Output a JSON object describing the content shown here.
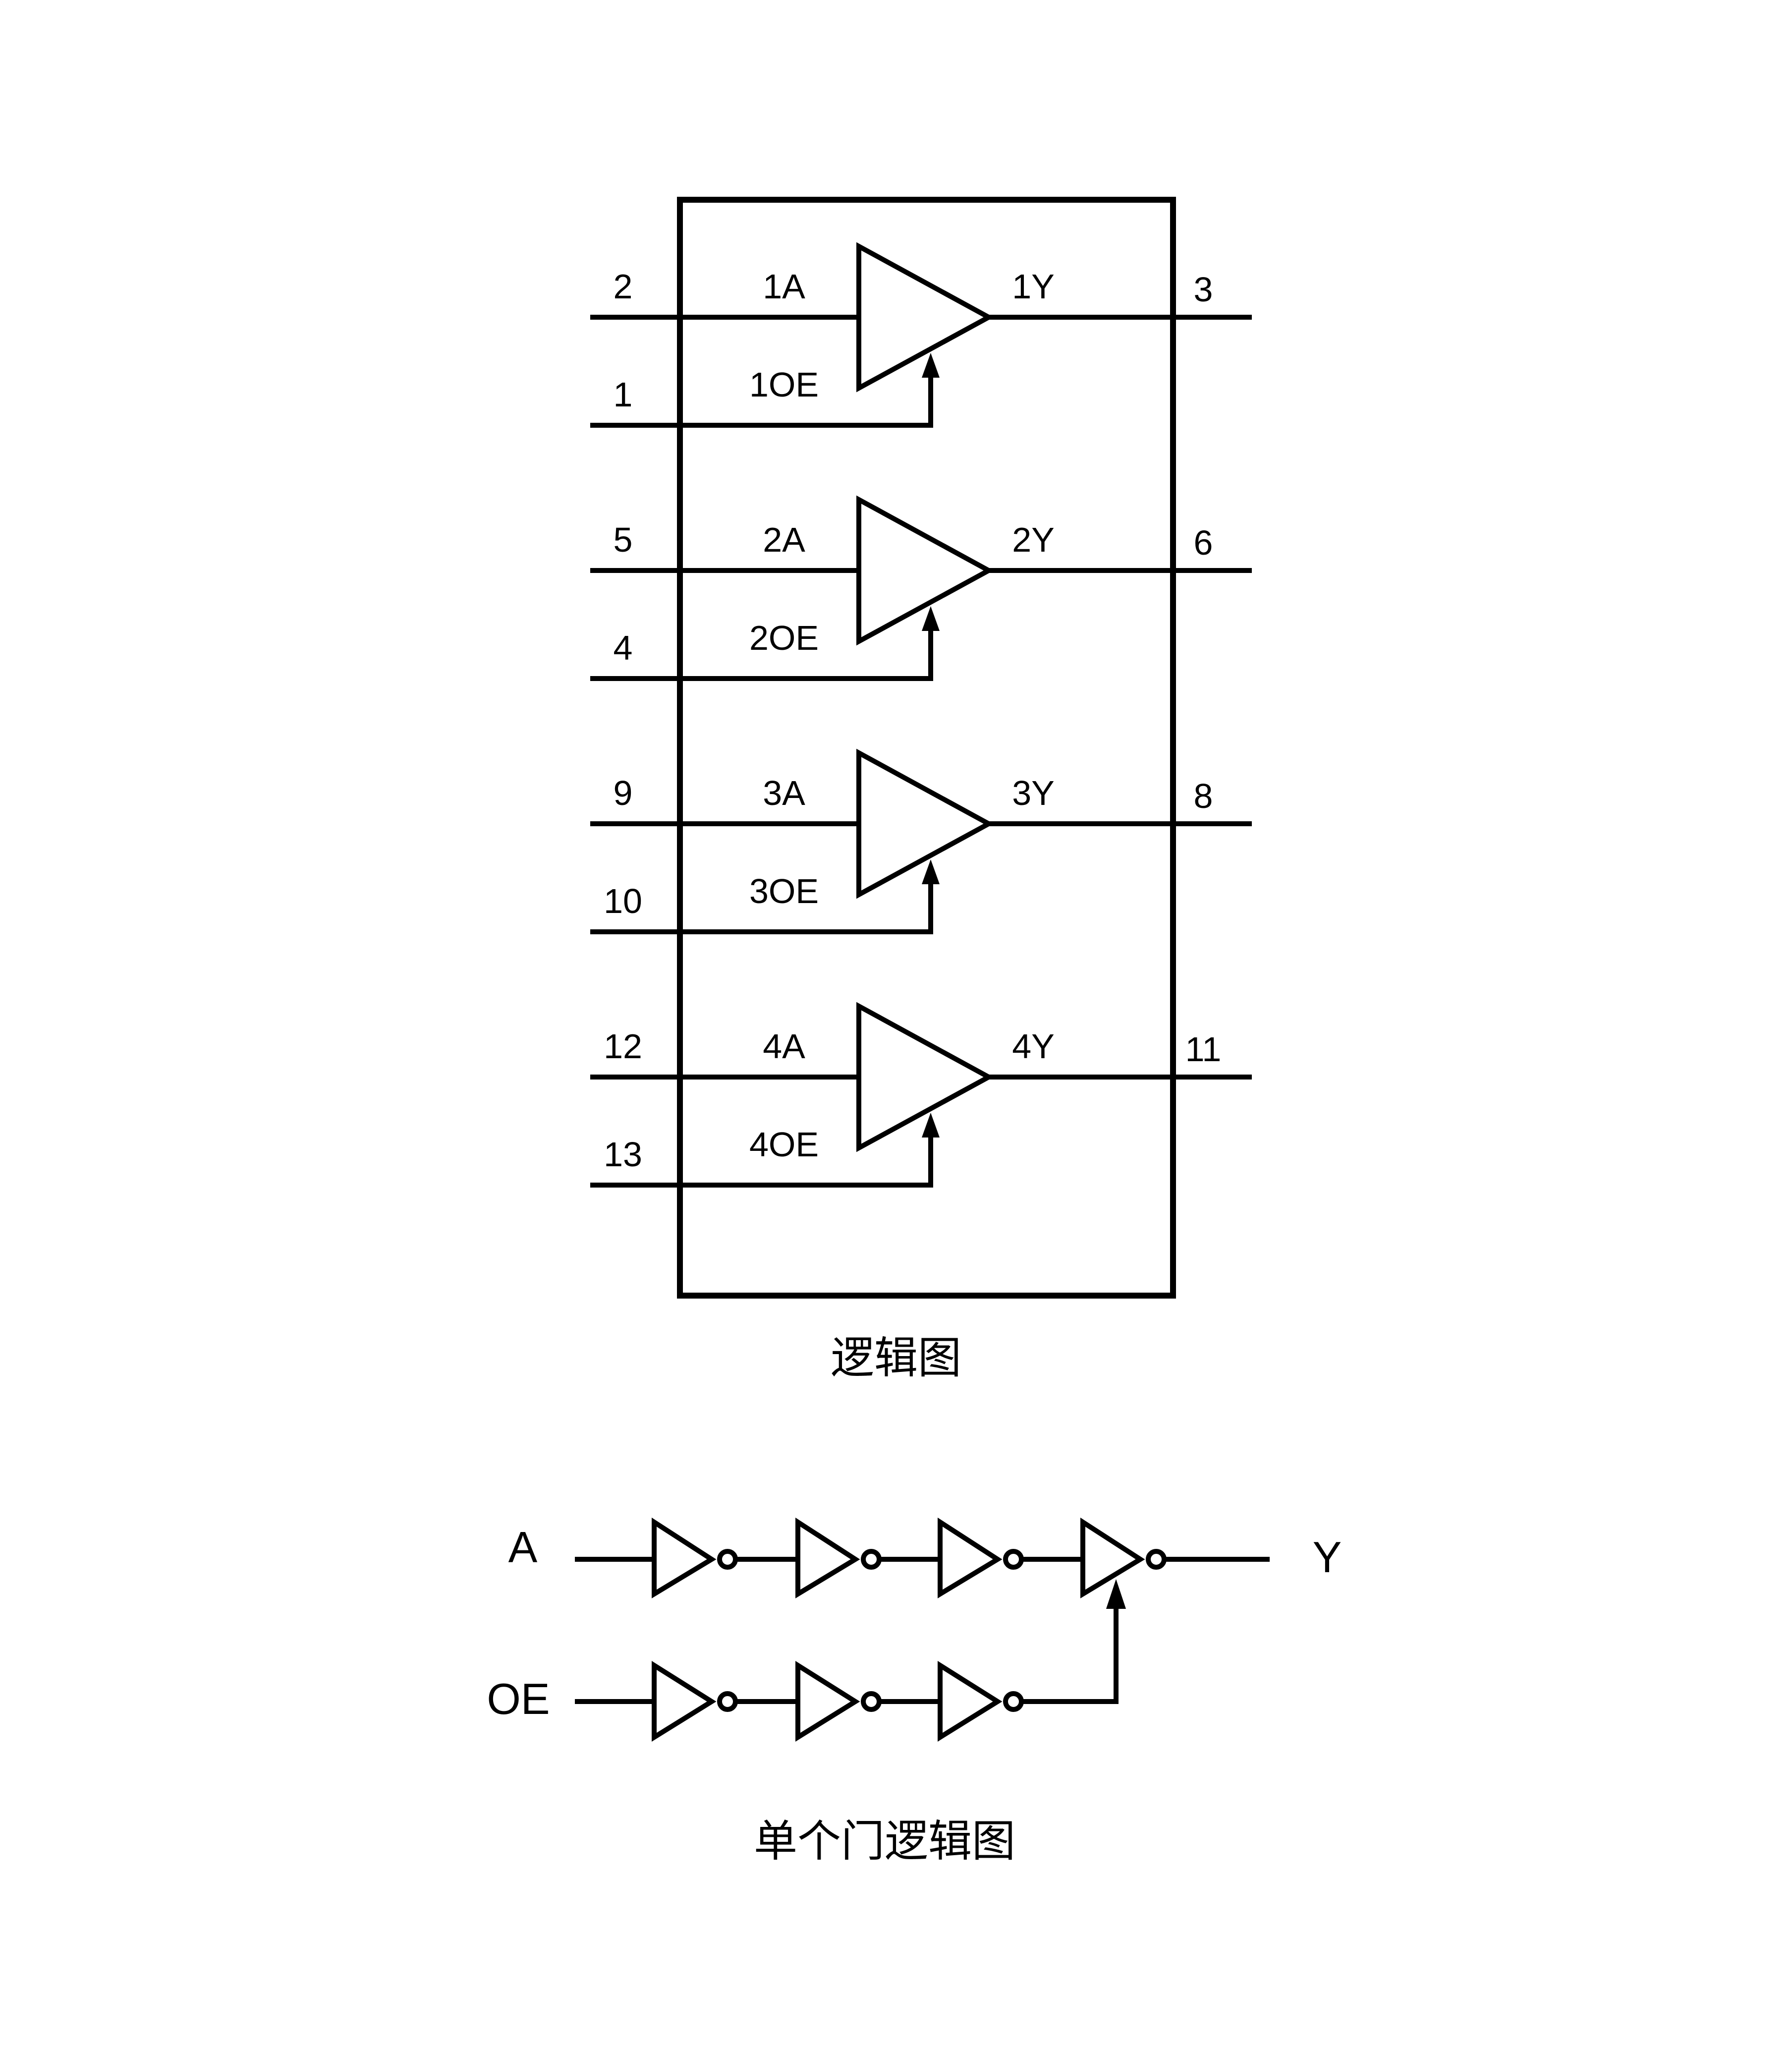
{
  "logic_diagram": {
    "caption": "逻辑图",
    "gates": [
      {
        "in_pin": "2",
        "in_name": "1A",
        "oe_pin": "1",
        "oe_name": "1OE",
        "out_name": "1Y",
        "out_pin": "3"
      },
      {
        "in_pin": "5",
        "in_name": "2A",
        "oe_pin": "4",
        "oe_name": "2OE",
        "out_name": "2Y",
        "out_pin": "6"
      },
      {
        "in_pin": "9",
        "in_name": "3A",
        "oe_pin": "10",
        "oe_name": "3OE",
        "out_name": "3Y",
        "out_pin": "8"
      },
      {
        "in_pin": "12",
        "in_name": "4A",
        "oe_pin": "13",
        "oe_name": "4OE",
        "out_name": "4Y",
        "out_pin": "11"
      }
    ]
  },
  "single_gate": {
    "caption": "单个门逻辑图",
    "input_label": "A",
    "oe_label": "OE",
    "output_label": "Y"
  }
}
